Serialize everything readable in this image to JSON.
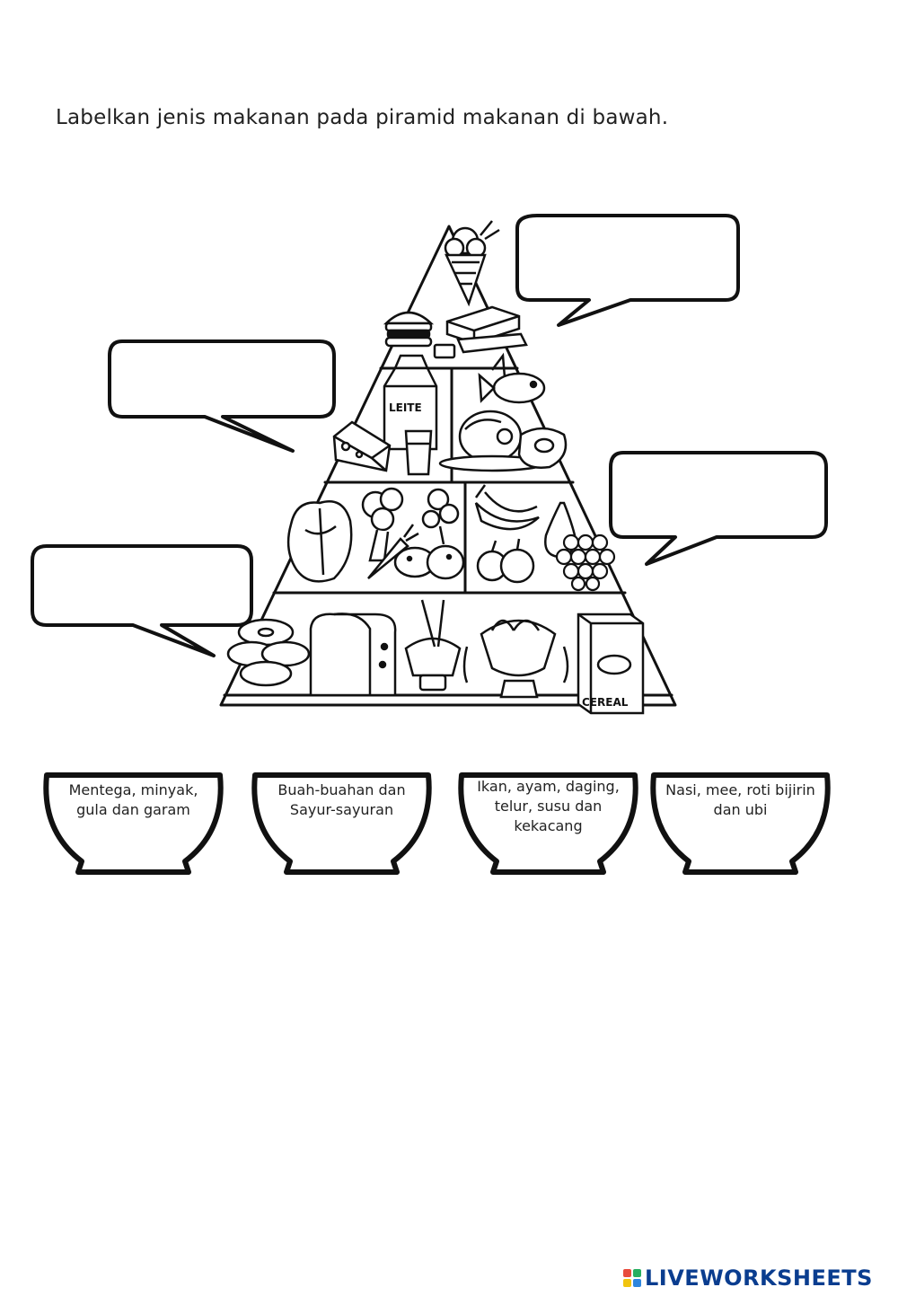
{
  "worksheet": {
    "instruction": "Labelkan jenis makanan pada piramid makanan di bawah."
  },
  "pyramid": {
    "illustration_labels": {
      "milk_carton": "LEITE",
      "cereal_box": "CEREAL"
    },
    "answer_bubbles": [
      {
        "id": "bubble-top",
        "value": "",
        "placeholder": ""
      },
      {
        "id": "bubble-protein",
        "value": "",
        "placeholder": ""
      },
      {
        "id": "bubble-fruit",
        "value": "",
        "placeholder": ""
      },
      {
        "id": "bubble-grain",
        "value": "",
        "placeholder": ""
      }
    ]
  },
  "bowls": [
    {
      "label": "Mentega, minyak, gula dan garam"
    },
    {
      "label": "Buah-buahan dan Sayur-sayuran"
    },
    {
      "label": "Ikan, ayam, daging, telur, susu dan kekacang"
    },
    {
      "label": "Nasi, mee, roti bijirin dan ubi"
    }
  ],
  "branding": {
    "logo_text": "LIVEWORKSHEETS",
    "logo_colors": [
      "#e84c3d",
      "#27ae60",
      "#f1c40f",
      "#2e86de"
    ]
  },
  "colors": {
    "ink": "#111111",
    "brand": "#0a3d8f"
  }
}
